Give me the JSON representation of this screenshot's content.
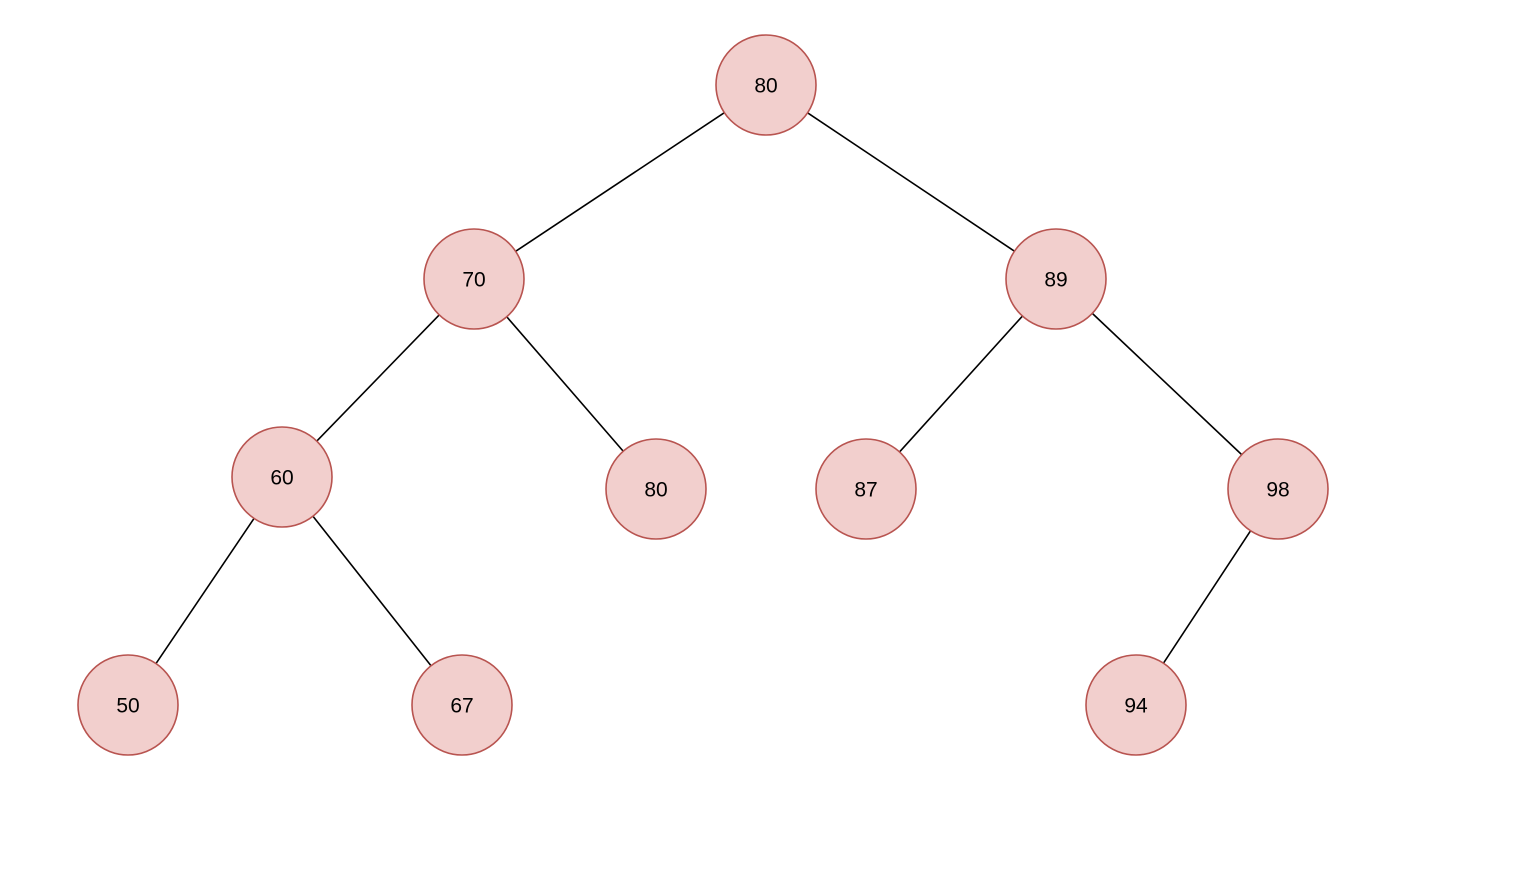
{
  "diagram": {
    "type": "binary-tree",
    "colors": {
      "node_fill": "#f2cfcd",
      "node_stroke": "#b85450",
      "edge": "#000000",
      "background": "#ffffff"
    },
    "nodes": [
      {
        "id": "n80root",
        "label": "80"
      },
      {
        "id": "n70",
        "label": "70"
      },
      {
        "id": "n89",
        "label": "89"
      },
      {
        "id": "n60",
        "label": "60"
      },
      {
        "id": "n80leaf",
        "label": "80"
      },
      {
        "id": "n87",
        "label": "87"
      },
      {
        "id": "n98",
        "label": "98"
      },
      {
        "id": "n50",
        "label": "50"
      },
      {
        "id": "n67",
        "label": "67"
      },
      {
        "id": "n94",
        "label": "94"
      }
    ],
    "edges": [
      {
        "from": "n80root",
        "to": "n70"
      },
      {
        "from": "n80root",
        "to": "n89"
      },
      {
        "from": "n70",
        "to": "n60"
      },
      {
        "from": "n70",
        "to": "n80leaf"
      },
      {
        "from": "n89",
        "to": "n87"
      },
      {
        "from": "n89",
        "to": "n98"
      },
      {
        "from": "n60",
        "to": "n50"
      },
      {
        "from": "n60",
        "to": "n67"
      },
      {
        "from": "n98",
        "to": "n94"
      }
    ]
  }
}
